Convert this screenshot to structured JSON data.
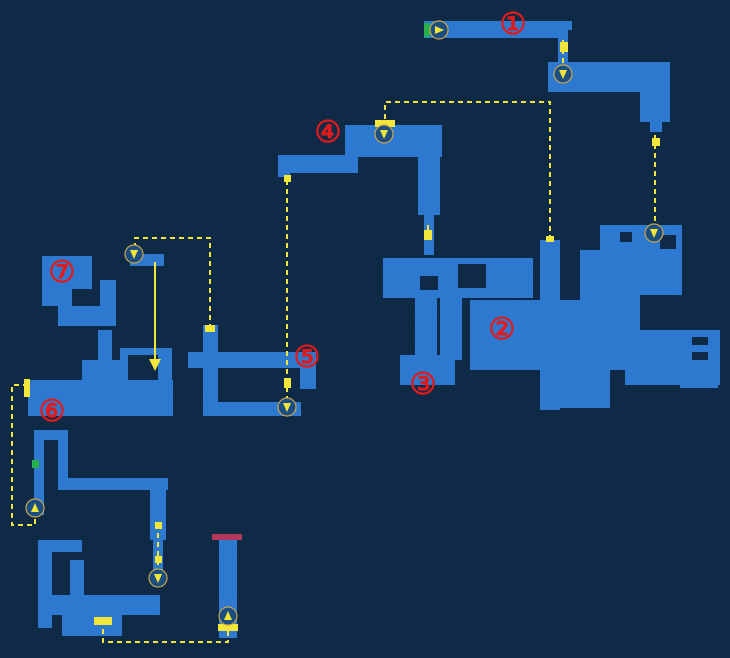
{
  "map": {
    "colors": {
      "background": "#0f2a47",
      "grid": "#17385a",
      "room": "#2e79d0",
      "room_dark": "#2567b8",
      "route": "#f2e63a",
      "marker": "#e11b1b",
      "entry": "#27b04b",
      "exit": "#b5375a"
    },
    "markers": [
      {
        "id": "1",
        "label": "①"
      },
      {
        "id": "2",
        "label": "②"
      },
      {
        "id": "3",
        "label": "③"
      },
      {
        "id": "4",
        "label": "④"
      },
      {
        "id": "5",
        "label": "⑤"
      },
      {
        "id": "6",
        "label": "⑥"
      },
      {
        "id": "7",
        "label": "⑦"
      }
    ],
    "icons": {
      "entry": "start-point-icon",
      "exit": "exit-door-icon",
      "arrow": "route-arrow-icon"
    }
  }
}
